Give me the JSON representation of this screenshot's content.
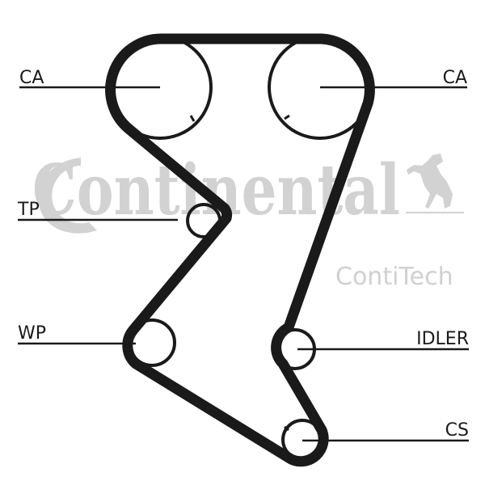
{
  "diagram": {
    "type": "timing-belt-routing",
    "labels": {
      "ca_left": "CA",
      "ca_right": "CA",
      "tp": "TP",
      "wp": "WP",
      "idler": "IDLER",
      "cs": "CS"
    },
    "colors": {
      "belt": "#1a1a1a",
      "watermark": "#d2d2d2"
    }
  },
  "watermark": {
    "brand": "Continental",
    "sub_brand": "ContiTech",
    "logo_icon": "horse-icon"
  }
}
